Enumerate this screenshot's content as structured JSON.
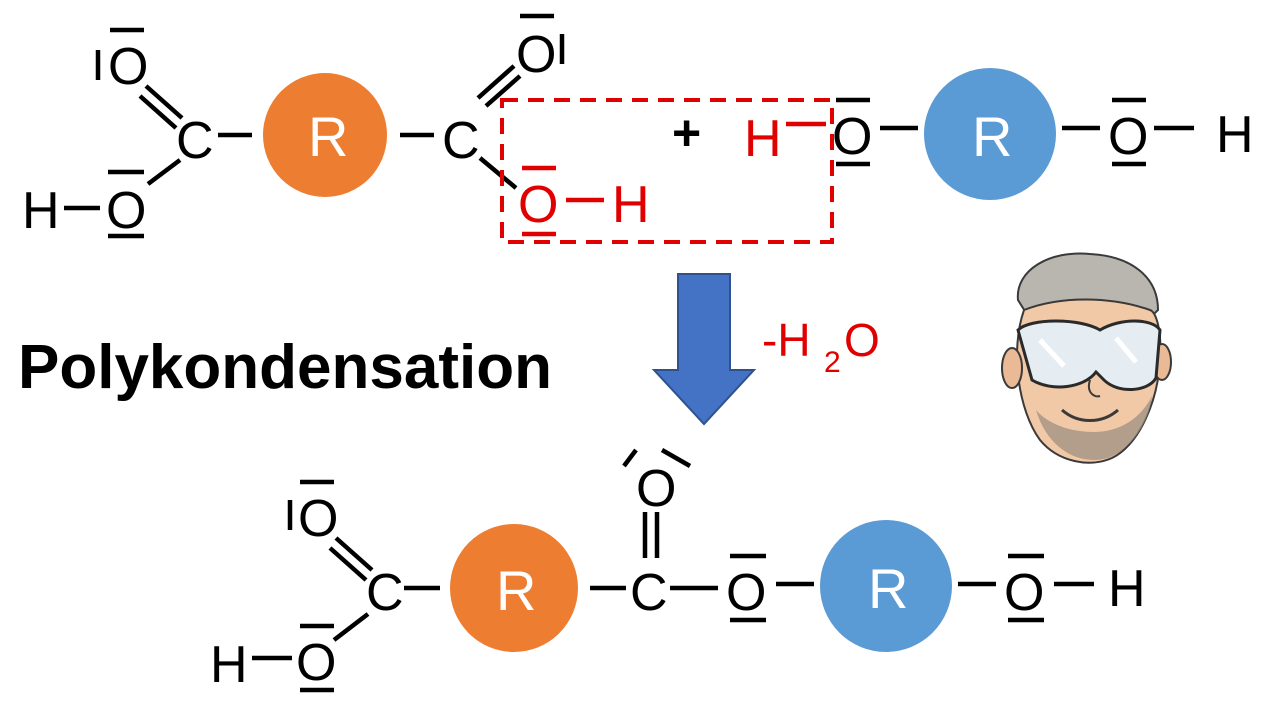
{
  "colors": {
    "accent_red": "#e00000",
    "r_orange": "#ed7d31",
    "r_blue": "#5b9bd5",
    "arrow_blue": "#4472c4"
  },
  "atoms": {
    "C": "C",
    "O": "O",
    "H": "H",
    "R": "R"
  },
  "reaction": {
    "plus": "+",
    "condition_prefix": "-H",
    "condition_sub": "2",
    "condition_suffix": "O",
    "title": "Polykondensation"
  },
  "icons": {
    "reaction_arrow": "down-arrow-icon",
    "mascot": "scientist-with-goggles-icon"
  }
}
